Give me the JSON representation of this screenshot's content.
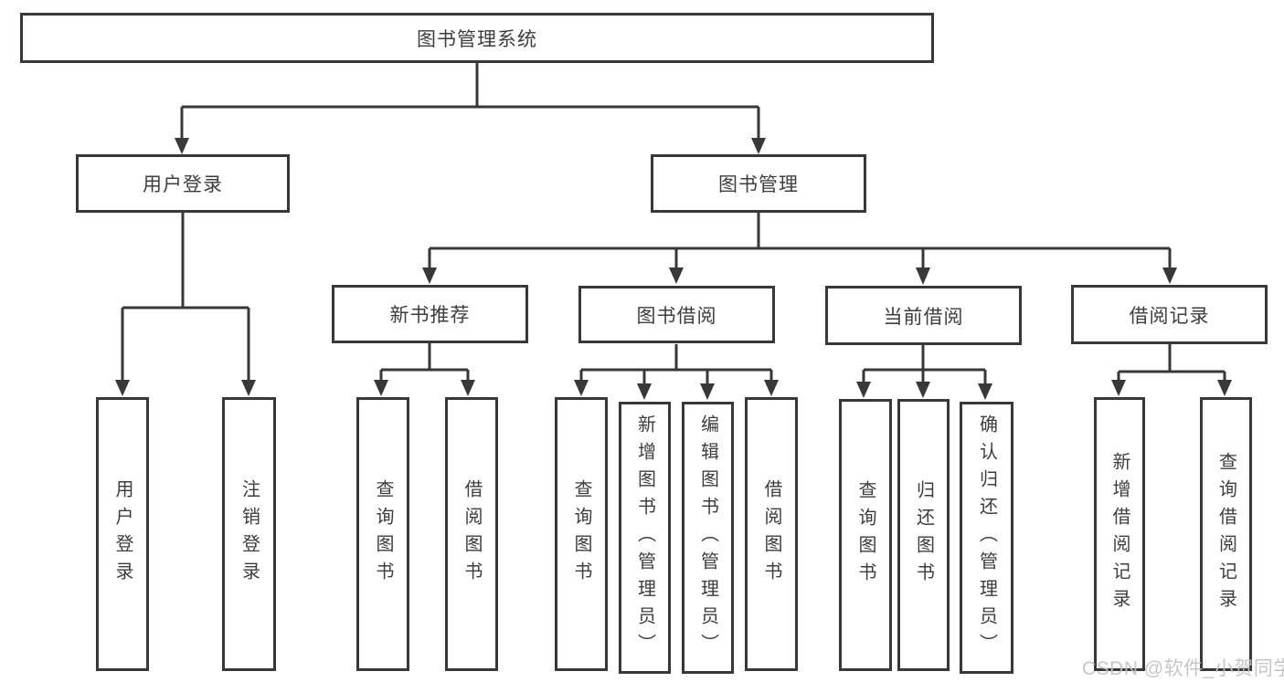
{
  "diagram": {
    "root": {
      "label": "图书管理系统"
    },
    "branches": [
      {
        "label": "用户登录",
        "children": [
          "用户登录",
          "注销登录"
        ]
      },
      {
        "label": "图书管理",
        "sections": [
          {
            "label": "新书推荐",
            "children": [
              "查询图书",
              "借阅图书"
            ]
          },
          {
            "label": "图书借阅",
            "children": [
              "查询图书",
              "新增图书（管理员）",
              "编辑图书（管理员）",
              "借阅图书"
            ]
          },
          {
            "label": "当前借阅",
            "children": [
              "查询图书",
              "归还图书",
              "确认归还（管理员）"
            ]
          },
          {
            "label": "借阅记录",
            "children": [
              "新增借阅记录",
              "查询借阅记录"
            ]
          }
        ]
      }
    ]
  },
  "watermark": {
    "text": "CSDN @软件_小贺同学"
  },
  "colors": {
    "line": "#383838",
    "text": "#3d3d3d",
    "box_background": "#ffffff",
    "page_background": "#ffffff",
    "watermark": "#c2c2c2"
  }
}
